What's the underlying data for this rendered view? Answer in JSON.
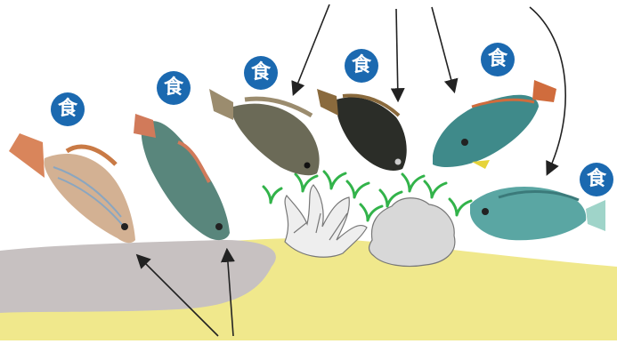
{
  "diagram": {
    "badge_text": "食",
    "colors": {
      "sand": "#f0e88c",
      "rock": "#c7c1c1",
      "seaweed": "#32b34a",
      "badge": "#1b69b0",
      "coral": "#eeeeee"
    },
    "fish": [
      {
        "id": "fish-1",
        "kind": "striped-grunt",
        "body": "#d3b193",
        "fin": "#d9855b"
      },
      {
        "id": "fish-2",
        "kind": "green-wrasse",
        "body": "#59867c",
        "fin": "#d17a5a"
      },
      {
        "id": "fish-3",
        "kind": "brown-rabbitfish",
        "body": "#6b6a57",
        "fin": "#9b8c6e"
      },
      {
        "id": "fish-4",
        "kind": "black-surgeonfish",
        "body": "#2b2d28",
        "fin": "#8a6a3d"
      },
      {
        "id": "fish-5",
        "kind": "parrotfish",
        "body": "#3f8a8a",
        "fin": "#d06c3d"
      },
      {
        "id": "fish-6",
        "kind": "teal-parrotfish",
        "body": "#5aa6a3",
        "fin": "#9fd4c9"
      }
    ]
  }
}
